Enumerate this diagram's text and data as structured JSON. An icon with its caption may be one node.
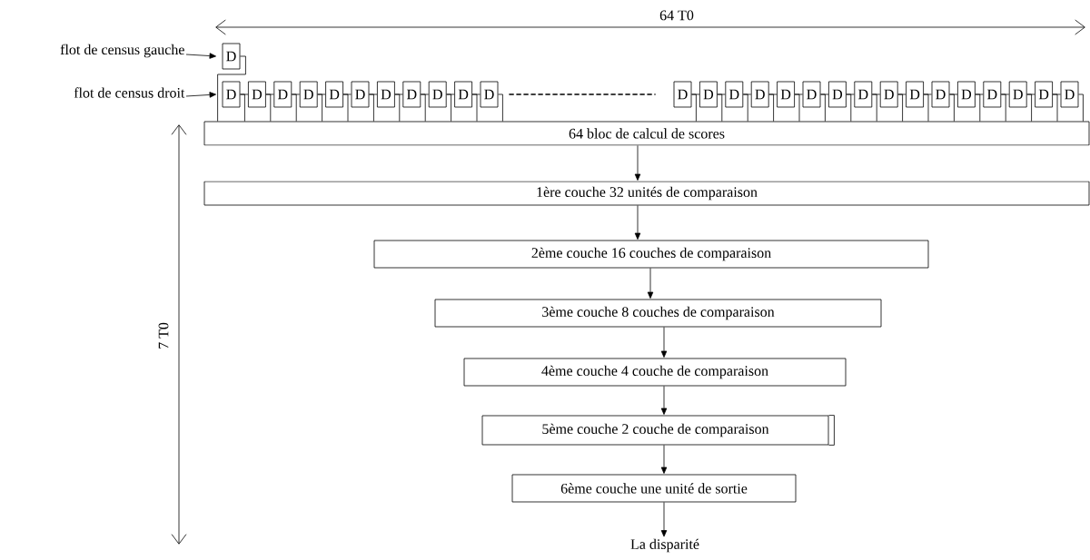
{
  "diagram": {
    "nodes": [
      {
        "text": [
          "flot de census gauche"
        ]
      },
      {
        "text": [
          "flot de census droit"
        ]
      },
      {
        "text": [
          "D"
        ]
      },
      {
        "text": [
          "D"
        ]
      },
      {
        "text": [
          "D"
        ]
      },
      {
        "text": [
          "D"
        ]
      },
      {
        "text": [
          "D"
        ]
      },
      {
        "text": [
          "D"
        ]
      },
      {
        "text": [
          "D"
        ]
      },
      {
        "text": [
          "D"
        ]
      },
      {
        "text": [
          "D"
        ]
      },
      {
        "text": [
          "D"
        ]
      },
      {
        "text": [
          "D"
        ]
      },
      {
        "text": [
          "D"
        ]
      },
      {
        "text": [
          "D"
        ]
      },
      {
        "text": [
          "D"
        ]
      },
      {
        "text": [
          "D"
        ]
      },
      {
        "text": [
          "D"
        ]
      },
      {
        "text": [
          "D"
        ]
      },
      {
        "text": [
          "D"
        ]
      },
      {
        "text": [
          "D"
        ]
      },
      {
        "text": [
          "D"
        ]
      },
      {
        "text": [
          "D"
        ]
      },
      {
        "text": [
          "D"
        ]
      },
      {
        "text": [
          "D"
        ]
      },
      {
        "text": [
          "D"
        ]
      },
      {
        "text": [
          "D"
        ]
      },
      {
        "text": [
          "D"
        ]
      },
      {
        "text": [
          "D"
        ]
      },
      {
        "text": [
          "D"
        ]
      },
      {
        "text": [
          "64 bloc de calcul de scores"
        ]
      },
      {
        "text": [
          "1ère couche 32 unités de comparaison"
        ]
      },
      {
        "text": [
          "2ème couche 16 couches de comparaison"
        ]
      },
      {
        "text": [
          "3ème couche 8 couches de comparaison"
        ]
      },
      {
        "text": [
          "4ème couche 4 couche de comparaison"
        ]
      },
      {
        "text": [
          "5ème couche 2 couche de comparaison"
        ]
      },
      {
        "text": [
          "6ème couche une unité de sortie"
        ]
      },
      {
        "text": [
          "La disparité"
        ]
      }
    ],
    "edges": [
      {
        "from": 0,
        "to": 2,
        "arrow": "to"
      },
      {
        "from": 1,
        "to": 3,
        "arrow": "to"
      },
      {
        "from": 3,
        "to": 4,
        "arrow": "none"
      },
      {
        "from": 4,
        "to": 5,
        "arrow": "none"
      },
      {
        "from": 5,
        "to": 6,
        "arrow": "none"
      },
      {
        "from": 6,
        "to": 7,
        "arrow": "none"
      },
      {
        "from": 7,
        "to": 8,
        "arrow": "none"
      },
      {
        "from": 8,
        "to": 9,
        "arrow": "none"
      },
      {
        "from": 9,
        "to": 10,
        "arrow": "none"
      },
      {
        "from": 10,
        "to": 11,
        "arrow": "none"
      },
      {
        "from": 11,
        "to": 12,
        "arrow": "none"
      },
      {
        "from": 12,
        "to": 13,
        "arrow": "none"
      },
      {
        "from": 13,
        "to": 14,
        "arrow": "none",
        "style": "dashed"
      },
      {
        "from": 14,
        "to": 15,
        "arrow": "none"
      },
      {
        "from": 15,
        "to": 16,
        "arrow": "none"
      },
      {
        "from": 16,
        "to": 17,
        "arrow": "none"
      },
      {
        "from": 17,
        "to": 18,
        "arrow": "none"
      },
      {
        "from": 18,
        "to": 19,
        "arrow": "none"
      },
      {
        "from": 19,
        "to": 20,
        "arrow": "none"
      },
      {
        "from": 20,
        "to": 21,
        "arrow": "none"
      },
      {
        "from": 21,
        "to": 22,
        "arrow": "none"
      },
      {
        "from": 22,
        "to": 23,
        "arrow": "none"
      },
      {
        "from": 23,
        "to": 24,
        "arrow": "none"
      },
      {
        "from": 24,
        "to": 25,
        "arrow": "none"
      },
      {
        "from": 25,
        "to": 26,
        "arrow": "none"
      },
      {
        "from": 26,
        "to": 27,
        "arrow": "none"
      },
      {
        "from": 27,
        "to": 28,
        "arrow": "none"
      },
      {
        "from": 28,
        "to": 29,
        "arrow": "none"
      },
      {
        "from": 2,
        "to": 30,
        "arrow": "none"
      },
      {
        "from": 3,
        "to": 30,
        "arrow": "none"
      },
      {
        "from": 4,
        "to": 30,
        "arrow": "none"
      },
      {
        "from": 5,
        "to": 30,
        "arrow": "none"
      },
      {
        "from": 6,
        "to": 30,
        "arrow": "none"
      },
      {
        "from": 7,
        "to": 30,
        "arrow": "none"
      },
      {
        "from": 8,
        "to": 30,
        "arrow": "none"
      },
      {
        "from": 9,
        "to": 30,
        "arrow": "none"
      },
      {
        "from": 10,
        "to": 30,
        "arrow": "none"
      },
      {
        "from": 11,
        "to": 30,
        "arrow": "none"
      },
      {
        "from": 12,
        "to": 30,
        "arrow": "none"
      },
      {
        "from": 13,
        "to": 30,
        "arrow": "none"
      },
      {
        "from": 14,
        "to": 30,
        "arrow": "none"
      },
      {
        "from": 15,
        "to": 30,
        "arrow": "none"
      },
      {
        "from": 16,
        "to": 30,
        "arrow": "none"
      },
      {
        "from": 17,
        "to": 30,
        "arrow": "none"
      },
      {
        "from": 18,
        "to": 30,
        "arrow": "none"
      },
      {
        "from": 19,
        "to": 30,
        "arrow": "none"
      },
      {
        "from": 20,
        "to": 30,
        "arrow": "none"
      },
      {
        "from": 21,
        "to": 30,
        "arrow": "none"
      },
      {
        "from": 22,
        "to": 30,
        "arrow": "none"
      },
      {
        "from": 23,
        "to": 30,
        "arrow": "none"
      },
      {
        "from": 24,
        "to": 30,
        "arrow": "none"
      },
      {
        "from": 25,
        "to": 30,
        "arrow": "none"
      },
      {
        "from": 26,
        "to": 30,
        "arrow": "none"
      },
      {
        "from": 27,
        "to": 30,
        "arrow": "none"
      },
      {
        "from": 28,
        "to": 30,
        "arrow": "none"
      },
      {
        "from": 29,
        "to": 30,
        "arrow": "none"
      },
      {
        "from": 30,
        "to": 31,
        "arrow": "to"
      },
      {
        "from": 31,
        "to": 32,
        "arrow": "to"
      },
      {
        "from": 32,
        "to": 33,
        "arrow": "to"
      },
      {
        "from": 33,
        "to": 34,
        "arrow": "to"
      },
      {
        "from": 34,
        "to": 35,
        "arrow": "to"
      },
      {
        "from": 35,
        "to": 36,
        "arrow": "to"
      },
      {
        "from": 36,
        "to": 37,
        "arrow": "to"
      }
    ],
    "labels": [
      "64 T0",
      "7 T0"
    ]
  }
}
